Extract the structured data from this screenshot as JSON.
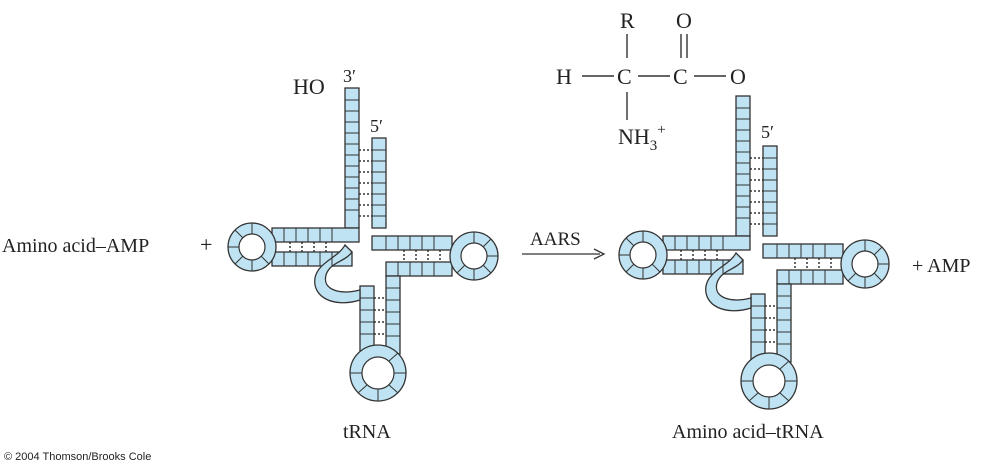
{
  "reaction": {
    "reactant_left": "Amino acid–AMP",
    "plus_left": "+",
    "enzyme_label": "AARS",
    "product_right": "+ AMP"
  },
  "trna_left": {
    "label": "tRNA",
    "end3_group": "HO",
    "end3_label": "3′",
    "end5_label": "5′"
  },
  "trna_right": {
    "label": "Amino acid–tRNA",
    "end5_label": "5′"
  },
  "amino_acid": {
    "r_group": "R",
    "alpha_h": "H",
    "alpha_c": "C",
    "carbonyl_c": "C",
    "carbonyl_o": "O",
    "ester_o": "O",
    "amine_group": "NH",
    "amine_sub": "3",
    "amine_charge": "+"
  },
  "colors": {
    "strand_fill": "#bfe3f2",
    "strand_stroke": "#333333",
    "bond": "#333333"
  },
  "footer": {
    "copyright": "© 2004 Thomson/Brooks Cole"
  }
}
